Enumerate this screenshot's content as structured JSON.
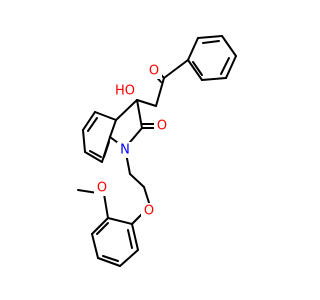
{
  "colors": {
    "background": "#ffffff",
    "bond": "#000000",
    "oxygen": "#ff0000",
    "nitrogen": "#0000ff"
  },
  "atoms": {
    "ketone_oxygen": "O",
    "hydroxy": "HO",
    "lactam_oxygen": "O",
    "nitrogen": "N",
    "methoxy_oxygen": "O",
    "ether_oxygen": "O"
  }
}
